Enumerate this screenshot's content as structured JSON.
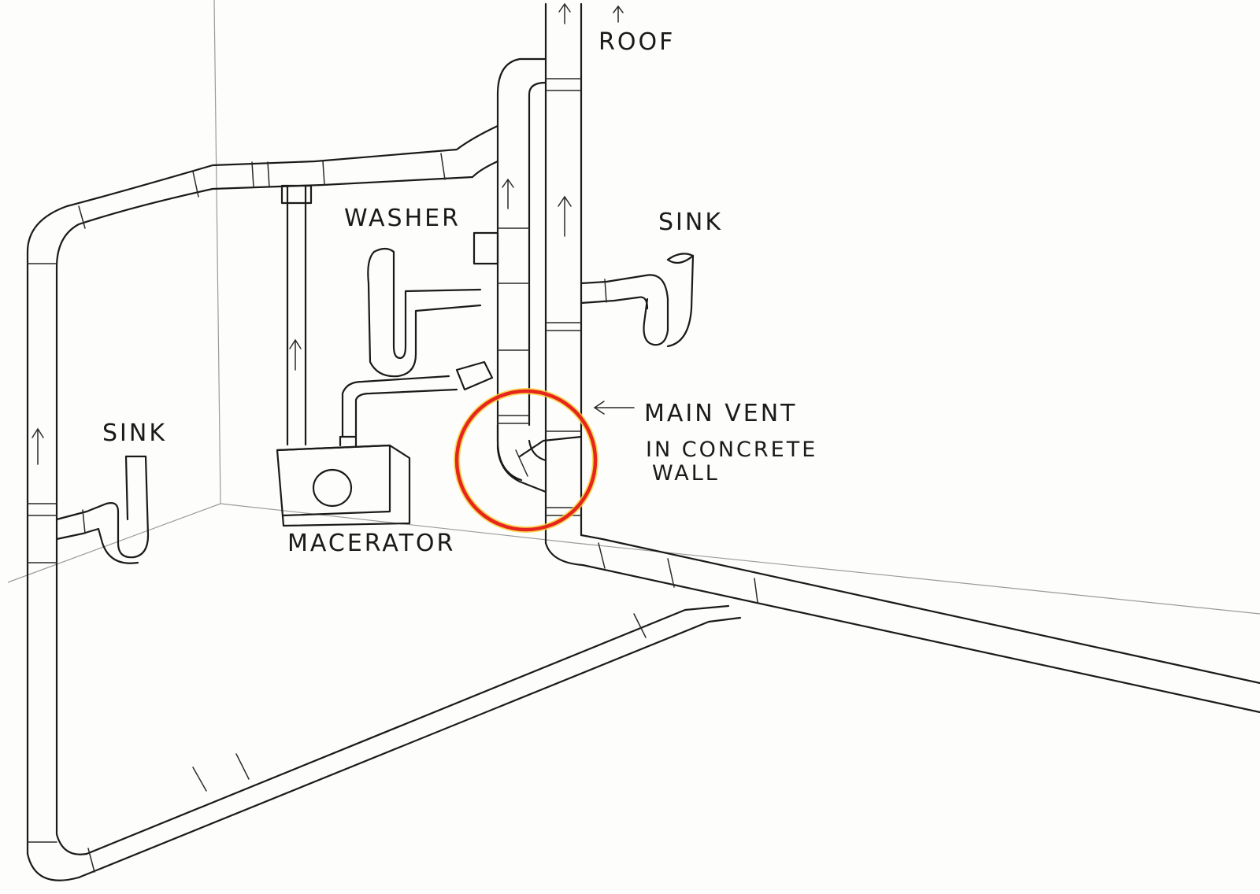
{
  "labels": {
    "roof": "ROOF",
    "washer": "WASHER",
    "sink_right": "SINK",
    "sink_left": "SINK",
    "main_vent_line1": "MAIN VENT",
    "main_vent_line2": "IN CONCRETE",
    "main_vent_line3": "WALL",
    "macerator": "MACERATOR"
  },
  "colors": {
    "ink": "#1a1a1a",
    "highlight_ring": "#e8251c",
    "highlight_glow": "#f5d23a",
    "paper": "#fdfdfb"
  },
  "icons": {
    "flow_arrow": "up-arrow-icon",
    "pointer_arrow": "left-arrow-icon"
  }
}
